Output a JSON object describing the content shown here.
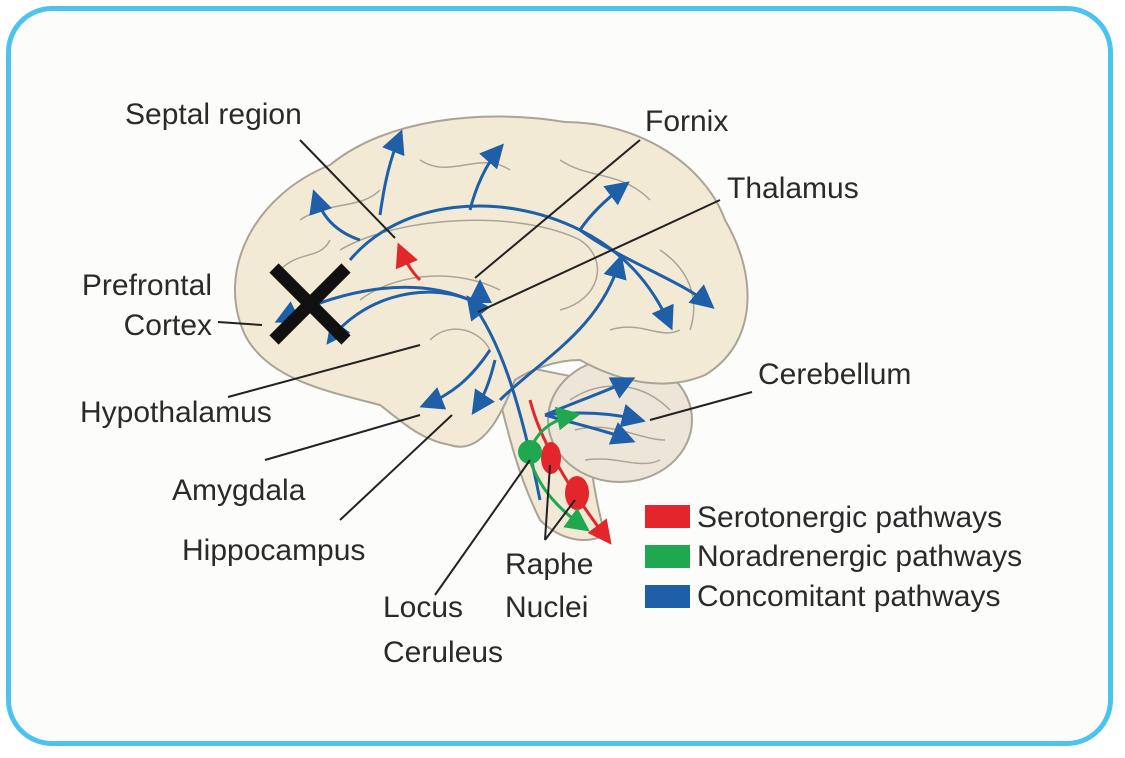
{
  "labels": {
    "septal_region": "Septal region",
    "fornix": "Fornix",
    "thalamus": "Thalamus",
    "prefrontal_line1": "Prefrontal",
    "prefrontal_line2": "Cortex",
    "hypothalamus": "Hypothalamus",
    "amygdala": "Amygdala",
    "hippocampus": "Hippocampus",
    "locus_line1": "Locus",
    "locus_line2": "Ceruleus",
    "raphe_line1": "Raphe",
    "raphe_line2": "Nuclei",
    "cerebellum": "Cerebellum"
  },
  "legend": [
    {
      "label": "Serotonergic pathways",
      "color": "#e3262b"
    },
    {
      "label": "Noradrenergic pathways",
      "color": "#1fa84f"
    },
    {
      "label": "Concomitant pathways",
      "color": "#1f5fa8"
    }
  ]
}
